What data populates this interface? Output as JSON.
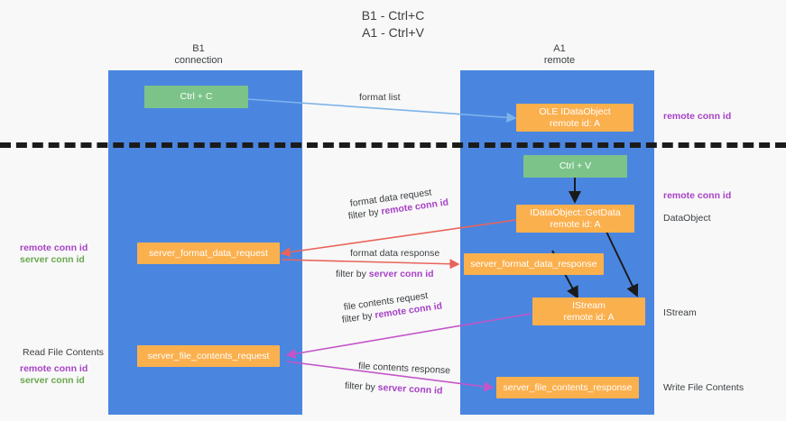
{
  "title": {
    "line1": "B1 - Ctrl+C",
    "line2": "A1 - Ctrl+V"
  },
  "lanes": [
    {
      "id": "b1",
      "name": "B1",
      "sub": "connection"
    },
    {
      "id": "a1",
      "name": "A1",
      "sub": "remote"
    }
  ],
  "boxes": {
    "ctrl_c": {
      "line1": "Ctrl + C"
    },
    "ctrl_v": {
      "line1": "Ctrl + V"
    },
    "idataobject": {
      "line1": "OLE IDataObject",
      "line2": "remote id: A"
    },
    "getdata": {
      "line1": "IDataObject::GetData",
      "line2": "remote id: A"
    },
    "istream": {
      "line1": "IStream",
      "line2": "remote id: A"
    },
    "server_format_data_request": {
      "line1": "server_format_data_request"
    },
    "server_format_data_response": {
      "line1": "server_format_data_response"
    },
    "server_file_contents_request": {
      "line1": "server_file_contents_request"
    },
    "server_file_contents_response": {
      "line1": "server_file_contents_response"
    }
  },
  "arrow_labels": {
    "format_list": "format list",
    "format_data_request": "format data request",
    "format_data_request_filter_prefix": "filter by ",
    "format_data_request_filter_key": "remote conn id",
    "format_data_response": "format data response",
    "format_data_response_filter_prefix": "filter by ",
    "format_data_response_filter_key": "server conn id",
    "file_contents_request": "file contents request",
    "file_contents_request_filter_prefix": "filter by ",
    "file_contents_request_filter_key": "remote conn id",
    "file_contents_response": "file contents response",
    "file_contents_response_filter_prefix": "filter by ",
    "file_contents_response_filter_key": "server conn id"
  },
  "side_labels": {
    "right_remote_conn_id_top": "remote conn id",
    "right_remote_conn_id_mid": "remote conn id",
    "right_dataobject": "DataObject",
    "right_istream": "IStream",
    "right_write_file_contents": "Write File Contents",
    "left_read_file_contents": "Read File Contents",
    "left_remote_conn_id_mid": "remote conn id",
    "left_server_conn_id_mid": "server conn id",
    "left_remote_conn_id_bottom": "remote conn id",
    "left_server_conn_id_bottom": "server conn id"
  },
  "colors": {
    "lane": "#4a86e0",
    "green_box": "#7cc389",
    "orange_box": "#fbb04e",
    "purple": "#a742c6",
    "green_text": "#6aa84f",
    "red_arrow": "#e8645a",
    "magenta_arrow": "#c455c9",
    "blue_arrow": "#7fb3e8",
    "dark_arrow": "#1b1b1b",
    "background": "#f8f8f8"
  }
}
